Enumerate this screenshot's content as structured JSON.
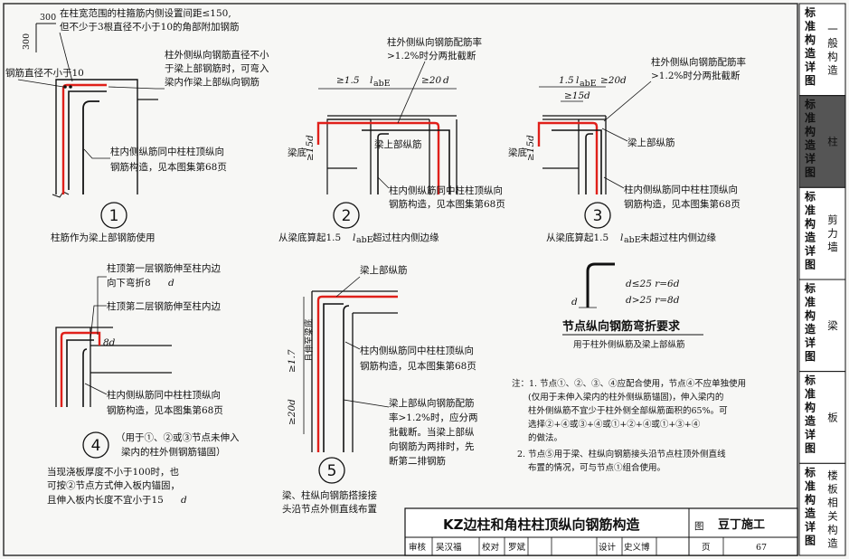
{
  "annotations": {
    "node1_top_note_l1": "在柱宽范围的柱箍筋内侧设置间距≤150,",
    "node1_top_note_l2": "但不少于3根直径不小于10的角部附加钢筋",
    "node1_dim_300a": "300",
    "node1_dim_300b": "300",
    "node1_rebar_dia": "钢筋直径不小于10",
    "node1_outer_l1": "柱外侧纵向钢筋直径不小",
    "node1_outer_l2": "于梁上部钢筋时，可弯入",
    "node1_outer_l3": "梁内作梁上部纵向钢筋",
    "node1_inner_l1": "柱内侧纵筋同中柱柱顶纵向",
    "node1_inner_l2": "钢筋构造，见本图集第68页",
    "node1_caption": "柱筋作为梁上部钢筋使用",
    "node2_ratio_l1": "柱外侧纵向钢筋配筋率",
    "node2_ratio_l2": ">1.2%时分两批截断",
    "node2_dim_a": "≥1.5",
    "node2_dim_la": "l",
    "node2_dim_sub": "abE",
    "node2_dim_b": "≥20",
    "node2_dim_d": "d",
    "node2_dim_15d": "≥15d",
    "node2_beam_bottom": "梁底",
    "node2_beam_top": "梁上部纵筋",
    "node2_inner_l1": "柱内侧纵筋同中柱柱顶纵向",
    "node2_inner_l2": "钢筋构造，见本图集第68页",
    "node2_caption": "从梁底算起1.5",
    "node2_caption_b": "超过柱内侧边缘",
    "node3_ratio_l1": "柱外侧纵向钢筋配筋率",
    "node3_ratio_l2": ">1.2%时分两批截断",
    "node3_dim_a": "1.5",
    "node3_dim_b": "≥20",
    "node3_dim_c": "≥15",
    "node3_dim_15d": "≥15d",
    "node3_beam_bottom": "梁底",
    "node3_beam_top": "梁上部纵筋",
    "node3_inner_l1": "柱内侧纵筋同中柱柱顶纵向",
    "node3_inner_l2": "钢筋构造，见本图集第68页",
    "node3_caption": "从梁底算起1.5",
    "node3_caption_b": "未超过柱内侧边缘",
    "node4_first_l1": "柱顶第一层钢筋伸至柱内边",
    "node4_first_l2": "向下弯折8",
    "node4_second": "柱顶第二层钢筋伸至柱内边",
    "node4_8d": "8d",
    "node4_inner_l1": "柱内侧纵筋同中柱柱顶纵向",
    "node4_inner_l2": "钢筋构造，见本图集第68页",
    "node4_use_l1": "（用于①、②或③节点未伸入",
    "node4_use_l2": "梁内的柱外侧钢筋锚固）",
    "node4_note_l1": "当现浇板厚度不小于100时，也",
    "node4_note_l2": "可按②节点方式伸入板内锚固，",
    "node4_note_l3": "且伸入板内长度不宜小于15",
    "node5_beam_top": "梁上部纵筋",
    "node5_dim_17": "≥1.7",
    "node5_dim_vert": "且伸至梁底",
    "node5_dim_20d": "≥20d",
    "node5_inner_l1": "柱内侧纵筋同中柱柱顶纵向",
    "node5_inner_l2": "钢筋构造，见本图集第68页",
    "node5_ratio_l1": "梁上部纵向钢筋配筋",
    "node5_ratio_l2": "率>1.2%时，应分两",
    "node5_ratio_l3": "批截断。当梁上部纵",
    "node5_ratio_l4": "向钢筋为两排时，先",
    "node5_ratio_l5": "断第二排钢筋",
    "node5_caption_l1": "梁、柱纵向钢筋搭接接",
    "node5_caption_l2": "头沿节点外侧直线布置",
    "bend_d1": "d≤25  r=6d",
    "bend_d2": "d>25  r=8d",
    "bend_d": "d",
    "bend_title": "节点纵向钢筋弯折要求",
    "bend_sub": "用于柱外侧纵筋及梁上部纵筋"
  },
  "notes": {
    "l1": "注：1. 节点①、②、③、④应配合使用，节点④不应单独使用",
    "l2": "(仅用于未伸入梁内的柱外侧纵筋锚固)，伸入梁内的",
    "l3": "柱外侧纵筋不宜少于柱外侧全部纵筋面积的65%。可",
    "l4": "选择②+④或③+④或①+②+④或①+③+④",
    "l5": "的做法。",
    "l6": "2. 节点⑤用于梁、柱纵向钢筋接头沿节点柱顶外侧直线",
    "l7": "布置的情况，可与节点①组合使用。"
  },
  "node_numbers": [
    "1",
    "2",
    "3",
    "4",
    "5"
  ],
  "title_block": {
    "title": "KZ边柱和角柱柱顶纵向钢筋构造",
    "atlas_no_label": "图",
    "review_label": "审核",
    "review_name": "吴汉福",
    "check_label": "校对",
    "check_name": "罗斌",
    "design_label": "设计",
    "design_name": "史义博",
    "page_label": "页",
    "page_no": "67",
    "watermark": "豆丁施工"
  },
  "side_tabs": [
    {
      "line1": "标",
      "line2": "准",
      "line3": "构",
      "line4": "造",
      "line5": "详",
      "line6": "图",
      "label": "一般构造"
    },
    {
      "line1": "标",
      "line2": "准",
      "line3": "构",
      "line4": "造",
      "line5": "详",
      "line6": "图",
      "label": "柱"
    },
    {
      "line1": "标",
      "line2": "准",
      "line3": "构",
      "line4": "造",
      "line5": "详",
      "line6": "图",
      "label": "剪力墙"
    },
    {
      "line1": "标",
      "line2": "准",
      "line3": "构",
      "line4": "造",
      "line5": "详",
      "line6": "图",
      "label": "梁"
    },
    {
      "line1": "标",
      "line2": "准",
      "line3": "构",
      "line4": "造",
      "line5": "详",
      "line6": "图",
      "label": "板"
    },
    {
      "line1": "标",
      "line2": "准",
      "line3": "构",
      "line4": "造",
      "line5": "详",
      "line6": "图",
      "label": "楼板相关构造"
    }
  ],
  "colors": {
    "rebar": "#e0201a",
    "ink": "#111111",
    "active_tab": "#555555"
  }
}
